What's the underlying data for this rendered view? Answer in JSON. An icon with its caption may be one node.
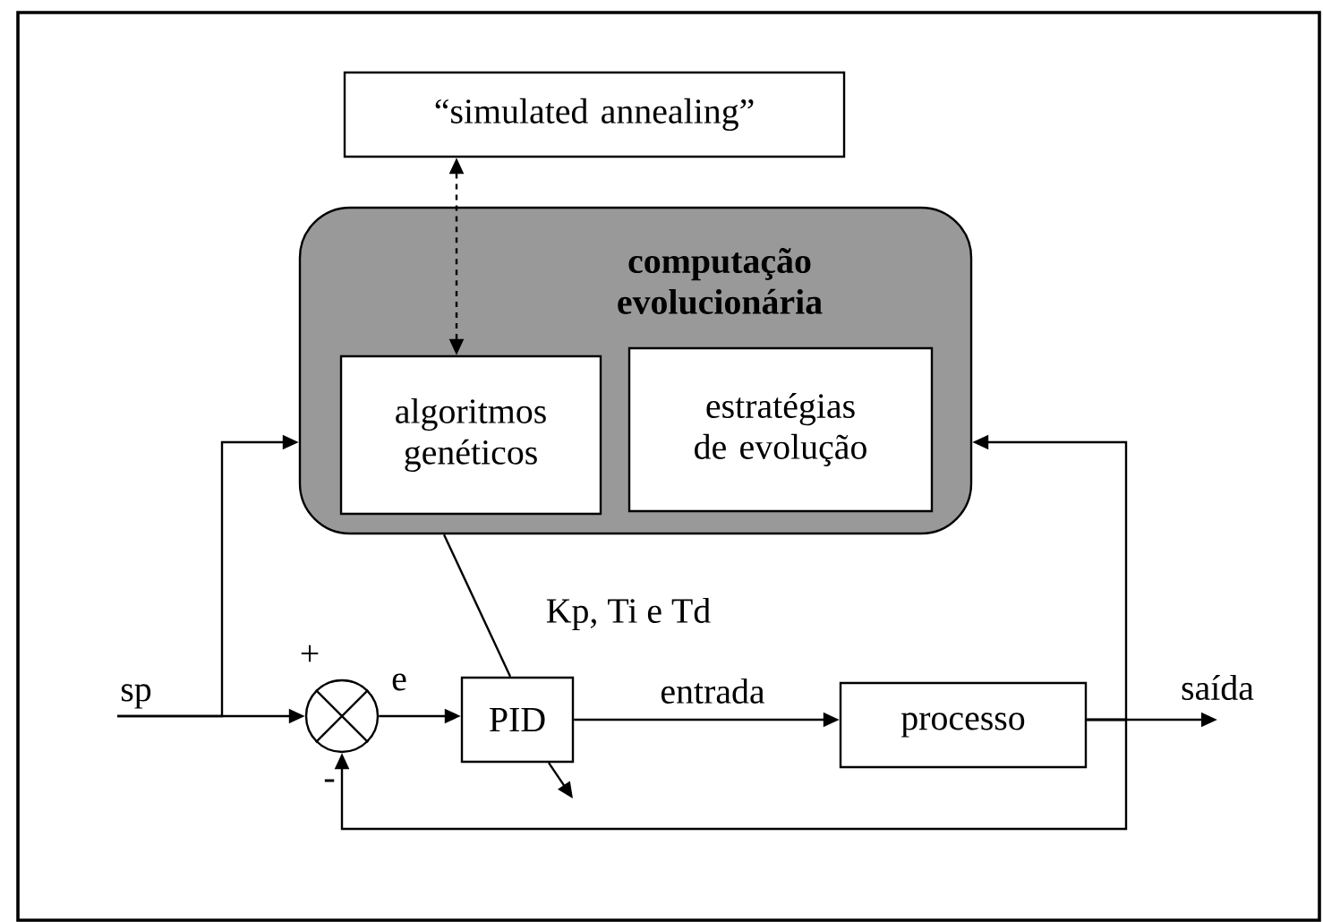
{
  "diagram": {
    "nodes": [
      {
        "text": [
          "“simulated annealing”"
        ]
      },
      {
        "text": [
          "computação evolucionária"
        ]
      },
      {
        "text": [
          "algoritmos genéticos"
        ],
        "in": 1
      },
      {
        "text": [
          "estratégias de evolução"
        ],
        "in": 1
      },
      {
        "text": [],
        "shape": "circle"
      },
      {
        "text": [
          "PID"
        ]
      },
      {
        "text": [
          "processo"
        ]
      },
      {
        "text": [
          "sp"
        ]
      },
      {
        "text": [
          "saída"
        ]
      }
    ],
    "edges": [
      {
        "from": 0,
        "to": 2,
        "arrow": "both",
        "style": "dashed"
      },
      {
        "from": 7,
        "to": 4,
        "arrow": "to"
      },
      {
        "from": 7,
        "to": 1,
        "arrow": "to"
      },
      {
        "from": 4,
        "to": 5,
        "arrow": "to",
        "label": "e"
      },
      {
        "from": 5,
        "to": 6,
        "arrow": "to",
        "label": "entrada"
      },
      {
        "from": 6,
        "to": 8,
        "arrow": "to"
      },
      {
        "from": 6,
        "to": 1,
        "arrow": "to"
      },
      {
        "from": 6,
        "to": 4,
        "arrow": "to"
      },
      {
        "from": 1,
        "to": 5,
        "arrow": "none",
        "label": "Kp, Ti e Td"
      },
      {
        "from": 5,
        "to": null,
        "arrow": "to"
      }
    ],
    "labels": [
      "+",
      "-"
    ]
  }
}
